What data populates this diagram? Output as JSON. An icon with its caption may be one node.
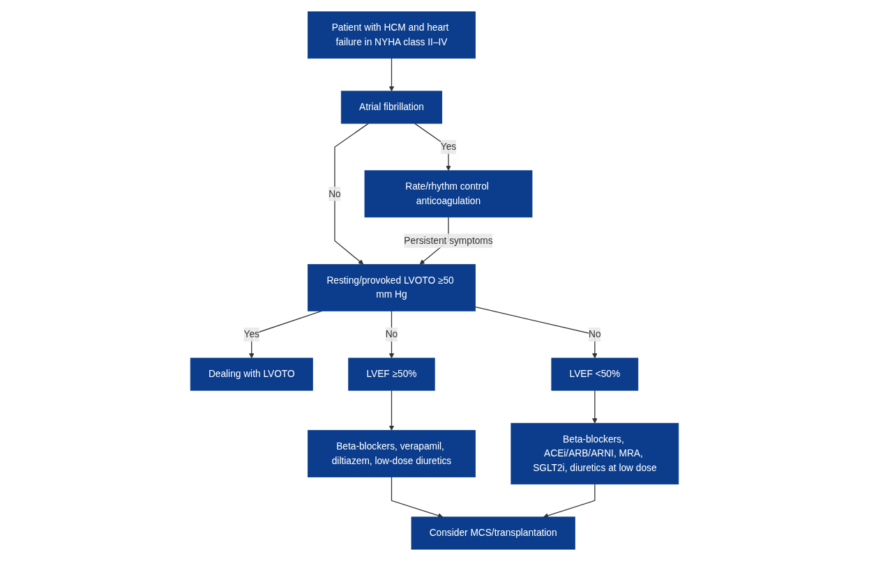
{
  "diagram": {
    "nodes": [
      {
        "text": [
          "Patient with HCM and heart failure in NYHA class II–IV"
        ]
      },
      {
        "text": [
          "Atrial fibrillation"
        ]
      },
      {
        "text": [
          "Rate/rhythm control anticoagulation"
        ]
      },
      {
        "text": [
          "Resting/provoked LVOTO ≥50 mm Hg"
        ]
      },
      {
        "text": [
          "Dealing with LVOTO"
        ]
      },
      {
        "text": [
          "LVEF ≥50%"
        ]
      },
      {
        "text": [
          "LVEF <50%"
        ]
      },
      {
        "text": [
          "Beta-blockers, verapamil, diltiazem, low-dose diuretics"
        ]
      },
      {
        "text": [
          "Beta-blockers, ACEi/ARB/ARNI, MRA, SGLT2i, diuretics at low dose"
        ]
      },
      {
        "text": [
          "Consider MCS/transplantation"
        ]
      }
    ],
    "edges": [
      {
        "from": 0,
        "to": 1,
        "arrow": "to"
      },
      {
        "from": 1,
        "to": 2,
        "arrow": "to",
        "label": "Yes"
      },
      {
        "from": 1,
        "to": 3,
        "arrow": "to",
        "label": "No"
      },
      {
        "from": 2,
        "to": 3,
        "arrow": "to",
        "label": "Persistent symptoms"
      },
      {
        "from": 3,
        "to": 4,
        "arrow": "to",
        "label": "Yes"
      },
      {
        "from": 3,
        "to": 5,
        "arrow": "to",
        "label": "No"
      },
      {
        "from": 3,
        "to": 6,
        "arrow": "to",
        "label": "No"
      },
      {
        "from": 5,
        "to": 7,
        "arrow": "to"
      },
      {
        "from": 6,
        "to": 8,
        "arrow": "to"
      },
      {
        "from": 7,
        "to": 9,
        "arrow": "to"
      },
      {
        "from": 8,
        "to": 9,
        "arrow": "to"
      }
    ]
  }
}
